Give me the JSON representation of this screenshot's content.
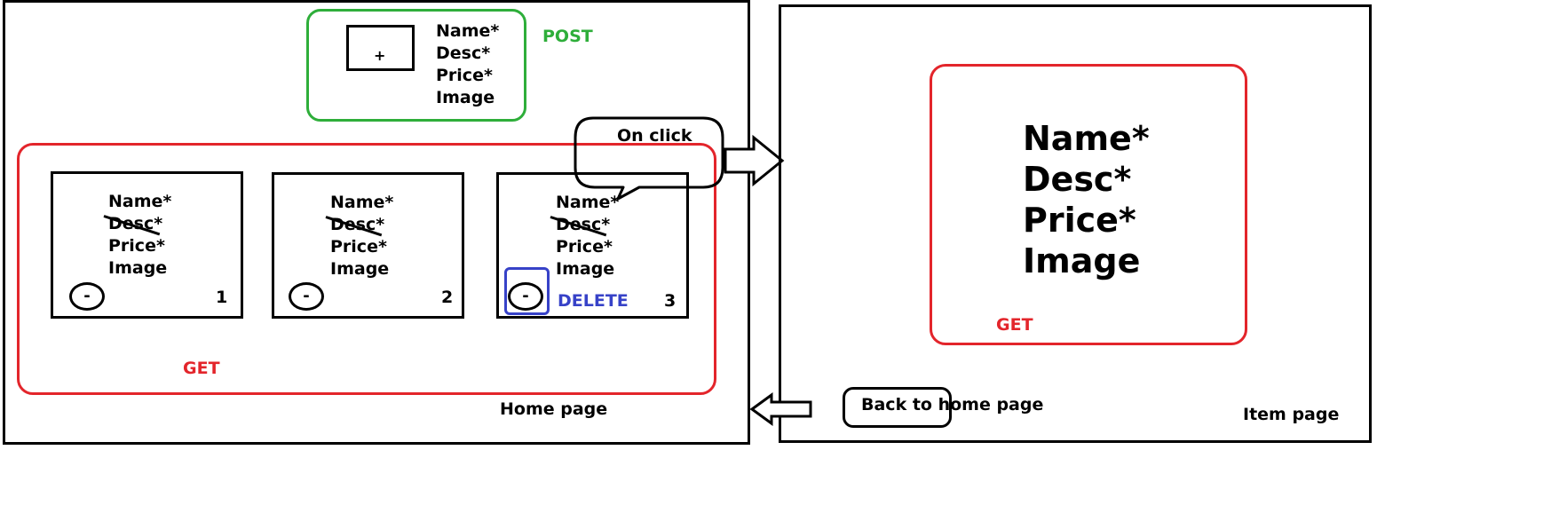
{
  "home_page": {
    "label": "Home page",
    "post": {
      "label": "POST",
      "plus_symbol": "+",
      "fields": [
        "Name*",
        "Desc*",
        "Price*",
        "Image"
      ]
    },
    "get": {
      "label": "GET",
      "cards": [
        {
          "fields": [
            "Name*",
            "Desc*",
            "Price*",
            "Image"
          ],
          "remove_symbol": "-",
          "number": "1"
        },
        {
          "fields": [
            "Name*",
            "Desc*",
            "Price*",
            "Image"
          ],
          "remove_symbol": "-",
          "number": "2"
        },
        {
          "fields": [
            "Name*",
            "Desc*",
            "Price*",
            "Image"
          ],
          "remove_symbol": "-",
          "number": "3"
        }
      ]
    },
    "delete_label": "DELETE",
    "on_click_label": "On click"
  },
  "item_page": {
    "label": "Item page",
    "get_label": "GET",
    "fields": [
      "Name*",
      "Desc*",
      "Price*",
      "Image"
    ],
    "back_button_label": "Back to home page"
  },
  "colors": {
    "get": "#e3252b",
    "post": "#2eae3a",
    "delete": "#3742c8"
  }
}
